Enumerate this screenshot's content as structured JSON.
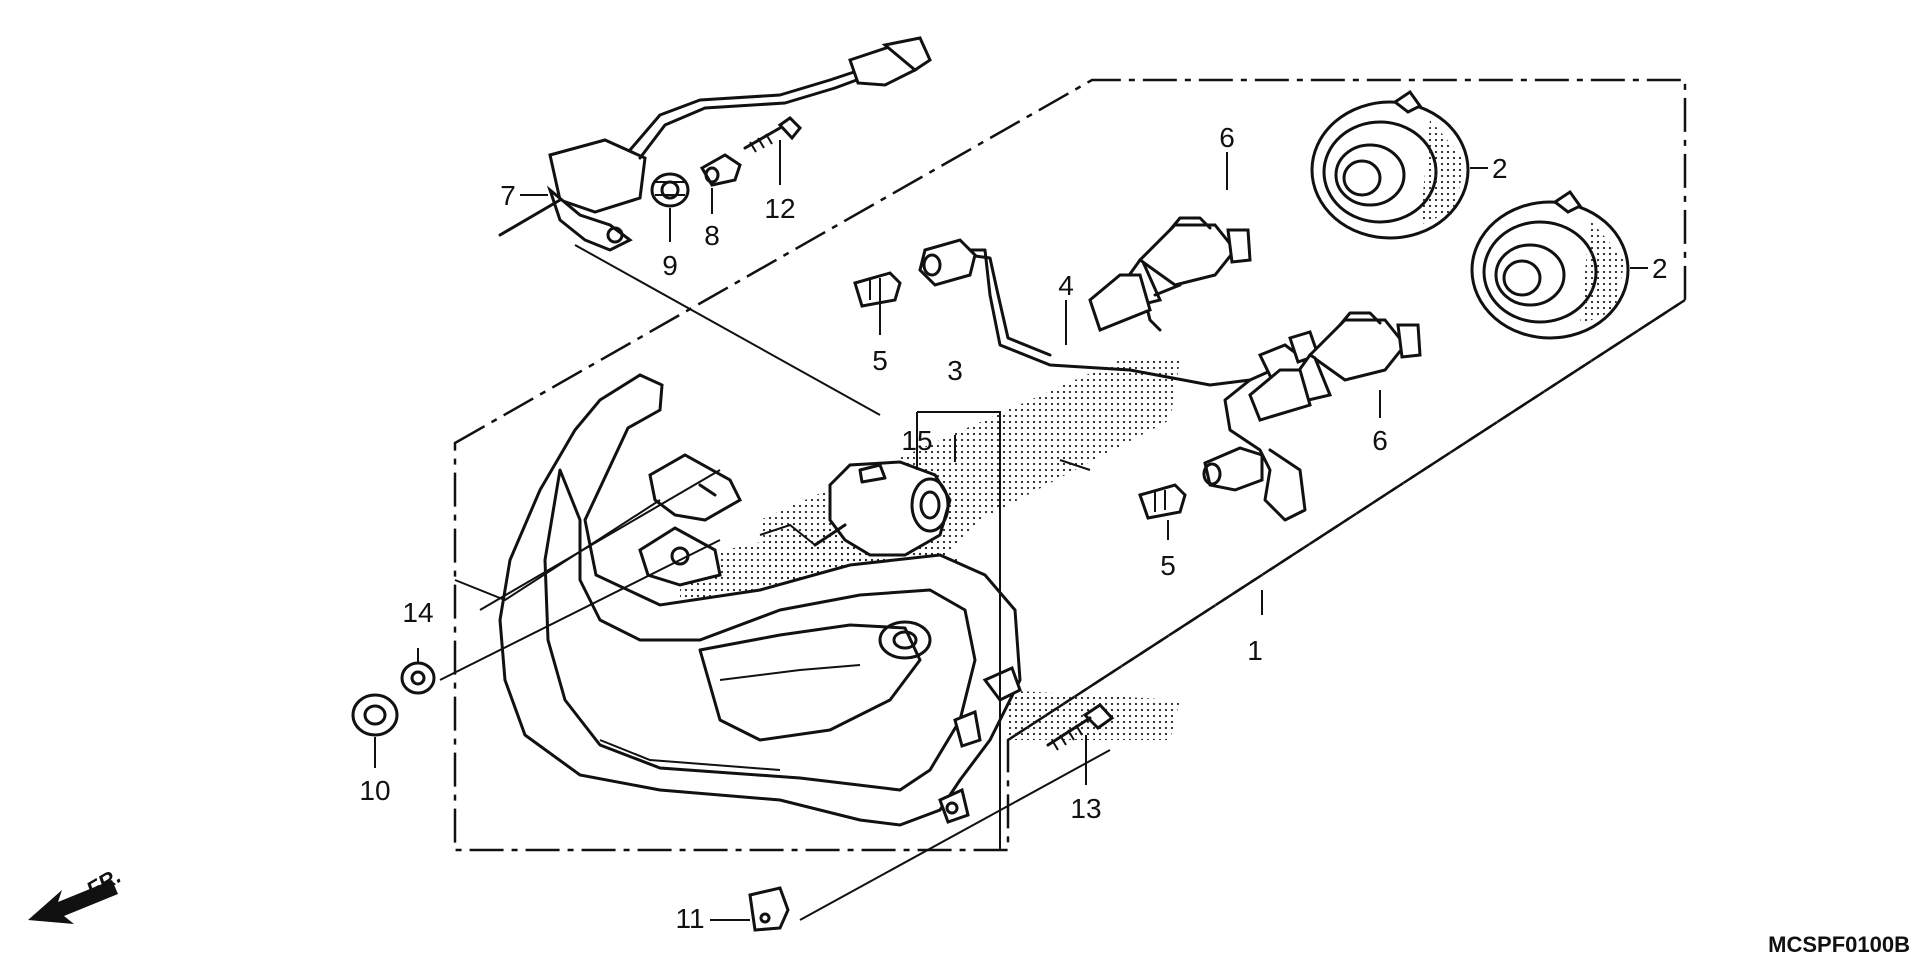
{
  "callouts": {
    "c1": "1",
    "c2a": "2",
    "c2b": "2",
    "c3": "3",
    "c4": "4",
    "c5a": "5",
    "c5b": "5",
    "c6a": "6",
    "c6b": "6",
    "c7": "7",
    "c8": "8",
    "c9": "9",
    "c10": "10",
    "c11": "11",
    "c12": "12",
    "c13": "13",
    "c14": "14",
    "c15": "15"
  },
  "direction_label": "FR.",
  "diagram_code": "MCSPF0100B",
  "colors": {
    "ink": "#111111",
    "background": "#ffffff"
  }
}
